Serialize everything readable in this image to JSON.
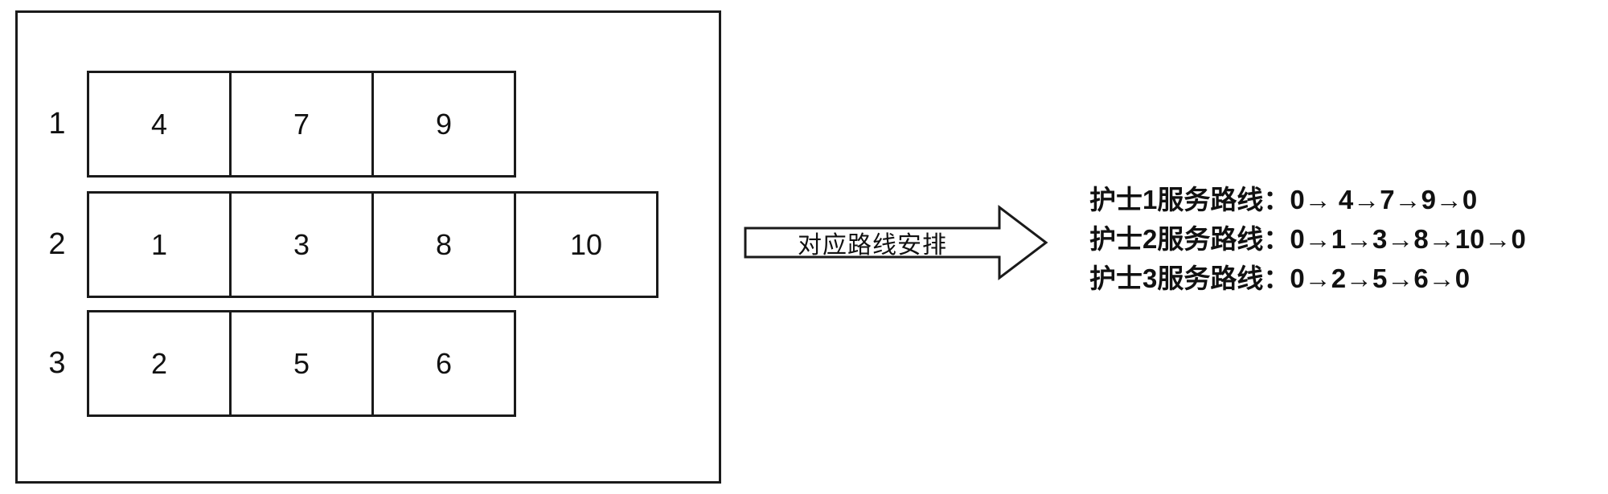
{
  "figure": {
    "grid": {
      "rows": [
        {
          "label": "1",
          "cells": [
            "4",
            "7",
            "9"
          ]
        },
        {
          "label": "2",
          "cells": [
            "1",
            "3",
            "8",
            "10"
          ]
        },
        {
          "label": "3",
          "cells": [
            "2",
            "5",
            "6"
          ]
        }
      ]
    },
    "arrow": {
      "label": "对应路线安排"
    },
    "routes": [
      "护士1服务路线：0→ 4→7→9→0",
      "护士2服务路线：0→1→3→8→10→0",
      "护士3服务路线：0→2→5→6→0"
    ],
    "colors": {
      "line": "#1a1a1a",
      "background": "#ffffff"
    }
  }
}
